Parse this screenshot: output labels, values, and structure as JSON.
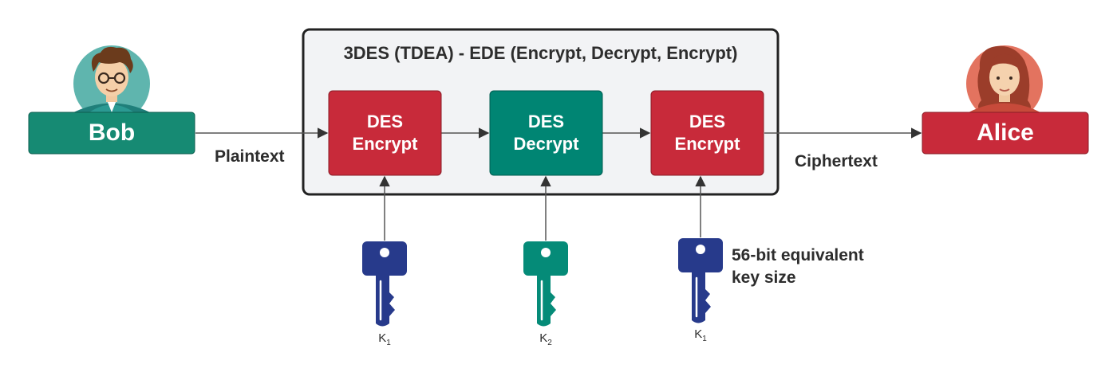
{
  "title": "3DES (TDEA) - EDE (Encrypt, Decrypt, Encrypt)",
  "sender": {
    "name": "Bob"
  },
  "receiver": {
    "name": "Alice"
  },
  "input_label": "Plaintext",
  "output_label": "Ciphertext",
  "stages": [
    {
      "line1": "DES",
      "line2": "Encrypt",
      "color": "#c82a3a",
      "key": "1"
    },
    {
      "line1": "DES",
      "line2": "Decrypt",
      "color": "#008573",
      "key": "2"
    },
    {
      "line1": "DES",
      "line2": "Encrypt",
      "color": "#c82a3a",
      "key": "1"
    }
  ],
  "keys": [
    {
      "letter": "K",
      "sub": "1",
      "color": "#273a8b"
    },
    {
      "letter": "K",
      "sub": "2",
      "color": "#058b78"
    },
    {
      "letter": "K",
      "sub": "1",
      "color": "#273a8b"
    }
  ],
  "key_note": {
    "line1": "56-bit equivalent",
    "line2": "key size"
  },
  "colors": {
    "bob": "#168a73",
    "alice": "#c82a3a",
    "box_bg": "#f2f3f5",
    "box_border": "#222222",
    "arrow": "#555555"
  }
}
